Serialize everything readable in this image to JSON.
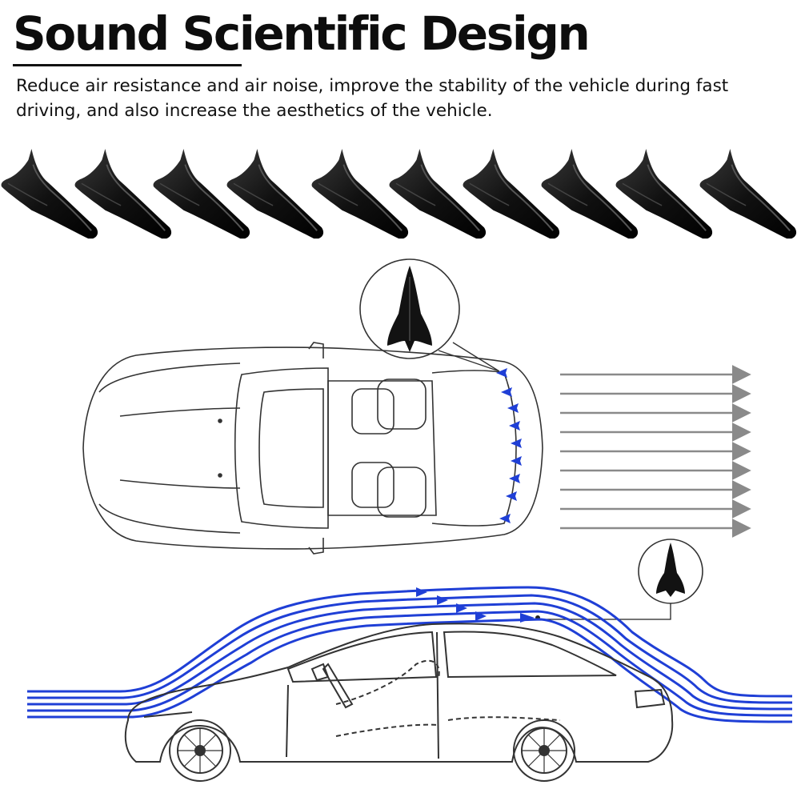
{
  "heading": {
    "title": "Sound Scientific Design",
    "description": "Reduce air resistance and air noise, improve the stability of the vehicle during fast driving, and also increase the aesthetics of the vehicle."
  },
  "product": {
    "name": "shark-fin-spoiler",
    "count": 10,
    "color": "#1a1a1a"
  },
  "diagram": {
    "airflow_color": "#1f3fd6",
    "arrow_color": "#888888",
    "car_line_color": "#333333"
  }
}
